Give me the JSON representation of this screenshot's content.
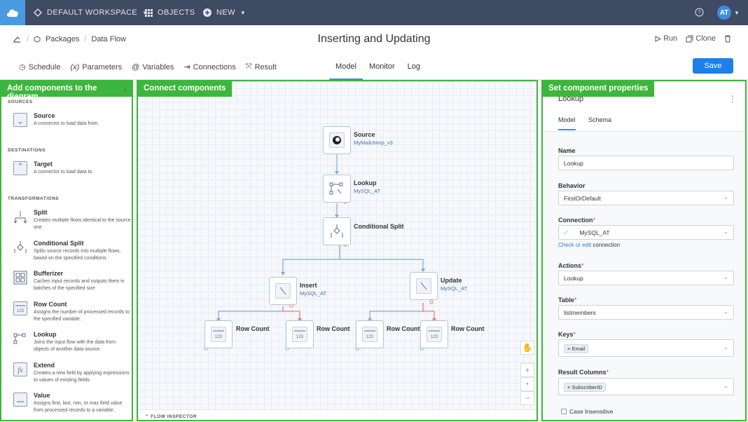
{
  "topnav": {
    "workspace": "DEFAULT WORKSPACE",
    "objects": "OBJECTS",
    "new": "NEW",
    "avatar": "AT",
    "help_icon": "help-circle-icon",
    "logo_icon": "cloud-icon"
  },
  "header": {
    "crumbs": [
      "Packages",
      "Data Flow"
    ],
    "title": "Inserting and Updating",
    "run": "Run",
    "clone": "Clone"
  },
  "toolbar": {
    "left": [
      "Schedule",
      "Parameters",
      "Variables",
      "Connections",
      "Result"
    ],
    "tabs": [
      "Model",
      "Monitor",
      "Log"
    ],
    "active_tab": "Model",
    "save": "Save"
  },
  "left_panel": {
    "tag": "Add components to the diagram",
    "sections": {
      "sources": "SOURCES",
      "destinations": "DESTINATIONS",
      "transformations": "TRANSFORMATIONS"
    },
    "source": {
      "name": "Source",
      "desc": "A connector to load data from."
    },
    "target": {
      "name": "Target",
      "desc": "A connector to load data to."
    },
    "transformations": [
      {
        "name": "Split",
        "desc": "Creates multiple flows identical to the source one."
      },
      {
        "name": "Conditional Split",
        "desc": "Splits source records into multiple flows, based on the specified conditions."
      },
      {
        "name": "Bufferizer",
        "desc": "Caches input records and outputs them in batches of the specified size"
      },
      {
        "name": "Row Count",
        "desc": "Assigns the number of processed records to the specified variable."
      },
      {
        "name": "Lookup",
        "desc": "Joins the input flow with the data from objects of another data source."
      },
      {
        "name": "Extend",
        "desc": "Creates a new field by applying expressions to values of existing fields."
      },
      {
        "name": "Value",
        "desc": "Assigns first, last, min, or max field value from processed records to a variable."
      }
    ]
  },
  "center_panel": {
    "tag": "Connect components",
    "nodes": {
      "source": {
        "label": "Source",
        "sub": "MyMailchimp_v3"
      },
      "lookup": {
        "label": "Lookup",
        "sub": "MySQL_AT"
      },
      "csplit": {
        "label": "Conditional Split"
      },
      "insert": {
        "label": "Insert",
        "sub": "MySQL_AT"
      },
      "update": {
        "label": "Update",
        "sub": "MySQL_AT"
      },
      "rc1": {
        "label": "Row Count"
      },
      "rc2": {
        "label": "Row Count"
      },
      "rc3": {
        "label": "Row Count"
      },
      "rc4": {
        "label": "Row Count"
      }
    },
    "flow_inspector": "FLOW INSPECTOR"
  },
  "right_panel": {
    "tag": "Set component properties",
    "title": "Lookup",
    "tabs": [
      "Model",
      "Schema"
    ],
    "name_label": "Name",
    "name_value": "Lookup",
    "behavior_label": "Behavior",
    "behavior_value": "FirstOrDefault",
    "connection_label": "Connection",
    "connection_value": "MySQL_AT",
    "check_link": "Check or edit",
    "check_suffix": " connection",
    "actions_label": "Actions",
    "actions_value": "Lookup",
    "table_label": "Table",
    "table_value": "listmembers",
    "keys_label": "Keys",
    "keys_chip": "Email",
    "result_label": "Result Columns",
    "result_chip": "SubscriberID",
    "case_label": "Case Insensitive"
  }
}
